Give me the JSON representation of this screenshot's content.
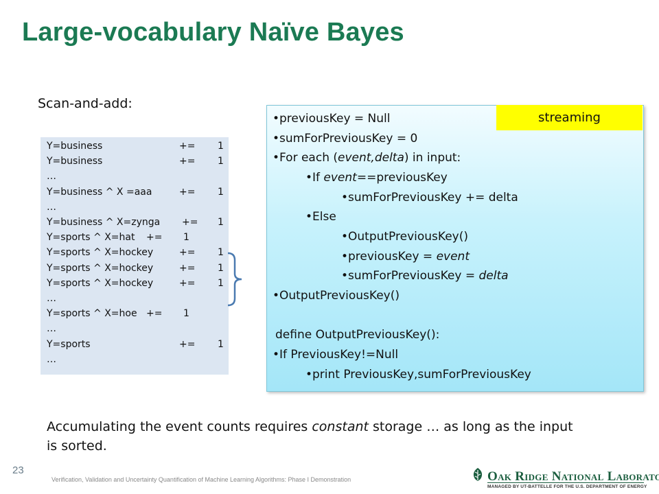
{
  "title": "Large-vocabulary Naïve Bayes",
  "scan_label": "Scan-and-add:",
  "list_rows": [
    {
      "k": "Y=business",
      "op": "+=",
      "v": "1",
      "layout": "wide"
    },
    {
      "k": "Y=business",
      "op": "+=",
      "v": "1",
      "layout": "wide"
    },
    {
      "k": "…",
      "op": "",
      "v": "",
      "layout": "wide"
    },
    {
      "k": "Y=business ^ X =aaa",
      "op": "+=",
      "v": "1",
      "layout": "wide"
    },
    {
      "k": "…",
      "op": "",
      "v": "",
      "layout": "wide"
    },
    {
      "k": "Y=business ^ X=zynga",
      "op": "+=",
      "v": "1",
      "layout": "wide2"
    },
    {
      "k": "Y=sports ^ X=hat",
      "op": "+=",
      "v": "1",
      "layout": "narrow"
    },
    {
      "k": "Y=sports ^ X=hockey",
      "op": "+=",
      "v": "1",
      "layout": "wide"
    },
    {
      "k": "Y=sports ^ X=hockey",
      "op": "+=",
      "v": "1",
      "layout": "wide"
    },
    {
      "k": "Y=sports ^ X=hockey",
      "op": "+=",
      "v": "1",
      "layout": "wide"
    },
    {
      "k": "…",
      "op": "",
      "v": "",
      "layout": "wide"
    },
    {
      "k": "Y=sports ^ X=hoe",
      "op": "+=",
      "v": "1",
      "layout": "narrow"
    },
    {
      "k": "…",
      "op": "",
      "v": "",
      "layout": "wide"
    },
    {
      "k": "Y=sports",
      "op": "+=",
      "v": "1",
      "layout": "wide"
    },
    {
      "k": "…",
      "op": "",
      "v": "",
      "layout": "wide"
    }
  ],
  "code": {
    "l1": "previousKey = Null",
    "l2": "sumForPreviousKey = 0",
    "l3a": "For each (",
    "l3b": "event,delta",
    "l3c": ") in input:",
    "l4a": "If ",
    "l4b": "event",
    "l4c": "==previousKey",
    "l5": "sumForPreviousKey += delta",
    "l6": "Else",
    "l7": "OutputPreviousKey()",
    "l8a": "previousKey = ",
    "l8b": "event",
    "l9a": "sumForPreviousKey = ",
    "l9b": "delta",
    "l10": "OutputPreviousKey()",
    "l11": "define OutputPreviousKey():",
    "l12": "If PreviousKey!=Null",
    "l13": "print PreviousKey,sumForPreviousKey"
  },
  "streaming_label": "streaming",
  "accum": {
    "a": "Accumulating the event counts requires ",
    "b": "constant",
    "c": " storage … as long as the input is sorted."
  },
  "page_number": "23",
  "footer": "Verification, Validation and Uncertainty Quantification of Machine Learning Algorithms: Phase I Demonstration",
  "logo": {
    "name": "Oak Ridge National Laboratory",
    "sub": "MANAGED BY UT-BATTELLE FOR THE U.S. DEPARTMENT OF ENERGY"
  },
  "colors": {
    "title": "#1b7a53",
    "list_bg": "#dce6f2",
    "streaming_bg": "#ffff00",
    "bracket": "#4a7ab0"
  }
}
